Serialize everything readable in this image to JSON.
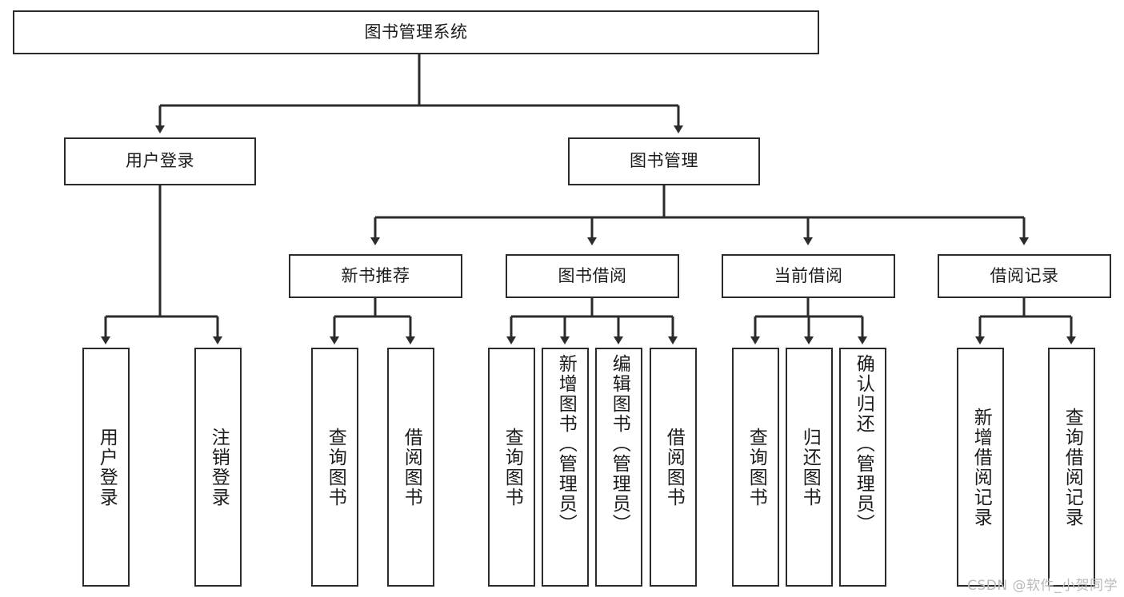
{
  "diagram": {
    "type": "tree",
    "title": "图书管理系统",
    "colors": {
      "stroke": "#2b2b2b",
      "fill": "#ffffff",
      "text": "#1b1b1b",
      "watermark": "#b9b9b9"
    },
    "nodes": {
      "root": {
        "label": "图书管理系统",
        "orientation": "horizontal"
      },
      "level2": [
        {
          "label": "用户登录",
          "orientation": "horizontal"
        },
        {
          "label": "图书管理",
          "orientation": "horizontal"
        }
      ],
      "level3": [
        {
          "label": "新书推荐",
          "orientation": "horizontal"
        },
        {
          "label": "图书借阅",
          "orientation": "horizontal"
        },
        {
          "label": "当前借阅",
          "orientation": "horizontal"
        },
        {
          "label": "借阅记录",
          "orientation": "horizontal"
        }
      ],
      "leaves_user_login": [
        {
          "label": "用户登录",
          "orientation": "vertical"
        },
        {
          "label": "注销登录",
          "orientation": "vertical"
        }
      ],
      "leaves_new_book": [
        {
          "label": "查询图书",
          "orientation": "vertical"
        },
        {
          "label": "借阅图书",
          "orientation": "vertical"
        }
      ],
      "leaves_borrow": [
        {
          "label": "查询图书",
          "orientation": "vertical"
        },
        {
          "label": "新增图书（管理员）",
          "orientation": "vertical"
        },
        {
          "label": "编辑图书（管理员）",
          "orientation": "vertical"
        },
        {
          "label": "借阅图书",
          "orientation": "vertical"
        }
      ],
      "leaves_current": [
        {
          "label": "查询图书",
          "orientation": "vertical"
        },
        {
          "label": "归还图书",
          "orientation": "vertical"
        },
        {
          "label": "确认归还（管理员）",
          "orientation": "vertical"
        }
      ],
      "leaves_record": [
        {
          "label": "新增借阅记录",
          "orientation": "vertical"
        },
        {
          "label": "查询借阅记录",
          "orientation": "vertical"
        }
      ]
    },
    "watermark": "CSDN @软件_小贺同学"
  }
}
